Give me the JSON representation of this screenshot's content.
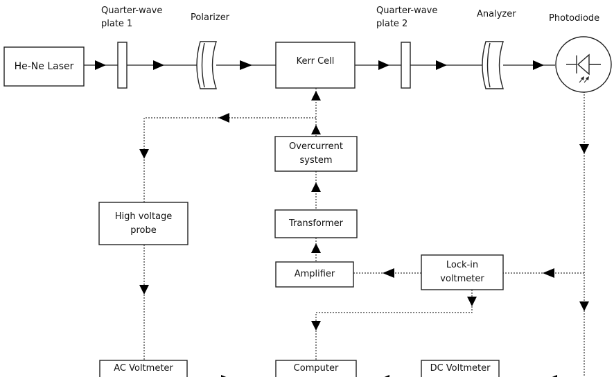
{
  "labels": {
    "qwp1_line1": "Quarter-wave",
    "qwp1_line2": "plate 1",
    "polarizer": "Polarizer",
    "qwp2_line1": "Quarter-wave",
    "qwp2_line2": "plate 2",
    "analyzer": "Analyzer",
    "photodiode": "Photodiode"
  },
  "boxes": {
    "laser": "He-Ne Laser",
    "kerr": "Kerr Cell",
    "overcurrent_line1": "Overcurrent",
    "overcurrent_line2": "system",
    "transformer": "Transformer",
    "amplifier": "Amplifier",
    "lockin_line1": "Lock-in",
    "lockin_line2": "voltmeter",
    "hv_probe_line1": "High voltage",
    "hv_probe_line2": "probe",
    "ac_voltmeter": "AC Voltmeter",
    "computer": "Computer",
    "dc_voltmeter": "DC Voltmeter"
  }
}
